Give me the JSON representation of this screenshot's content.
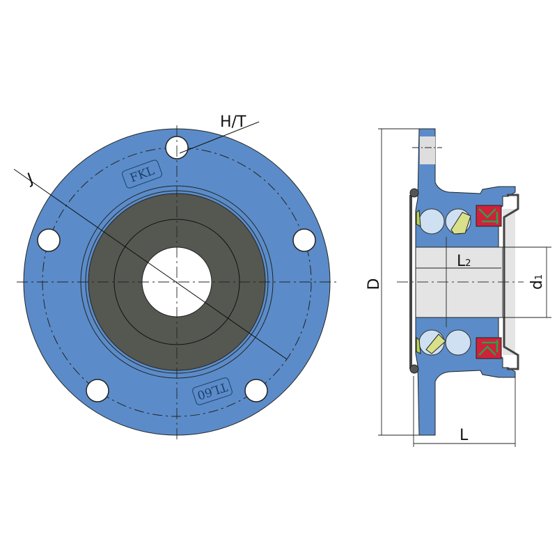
{
  "drawing": {
    "labels": {
      "ht": "H/T",
      "j": "J",
      "d_outer": "D",
      "length": "L",
      "l2_main": "L",
      "l2_sub": "2",
      "d1_main": "d",
      "d1_sub": "1"
    },
    "markings": {
      "brand": "FKL",
      "model": "TL60"
    },
    "colors": {
      "housing": "#5b8cc9",
      "insert": "#545851",
      "bore": "#e4e4e4",
      "seal_red": "#d0213b",
      "seal_green": "#2ea04a",
      "cage": "#d8e08a"
    }
  }
}
